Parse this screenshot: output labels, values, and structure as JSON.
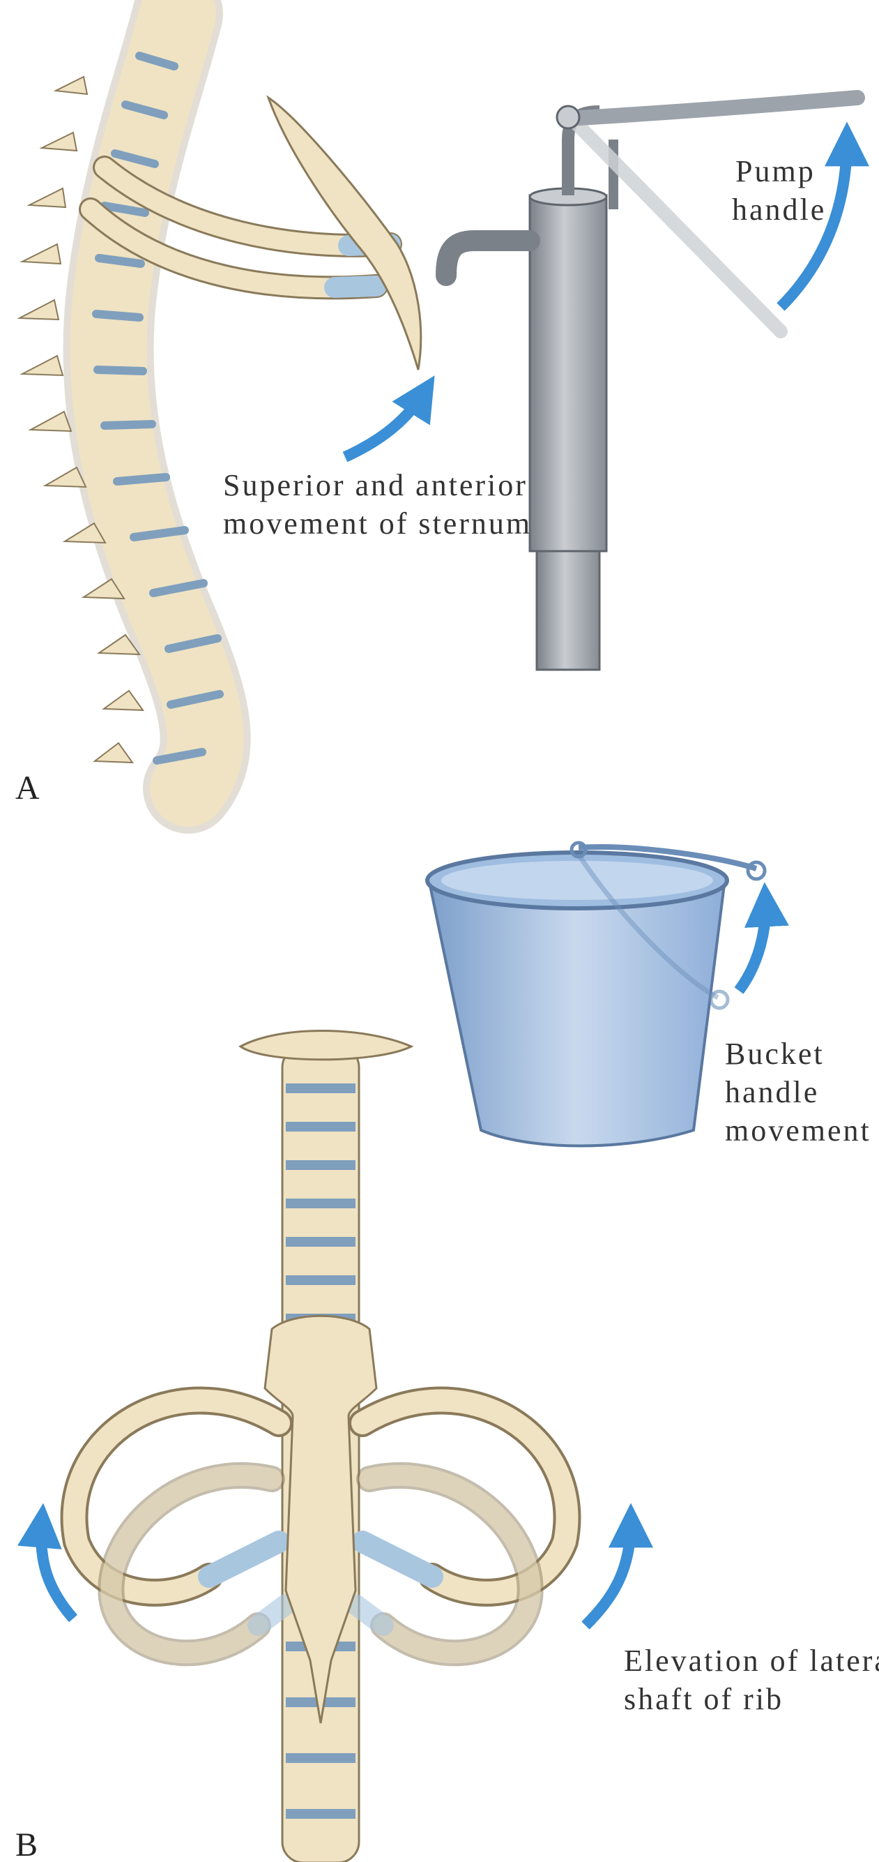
{
  "panels": {
    "a": {
      "letter": "A"
    },
    "b": {
      "letter": "B"
    }
  },
  "labels": {
    "pump_handle": [
      "Pump",
      "handle"
    ],
    "sternum_movement": [
      "Superior and anterior",
      "movement of sternum"
    ],
    "bucket_handle": [
      "Bucket",
      "handle",
      "movement"
    ],
    "rib_elevation": [
      "Elevation of lateral",
      "shaft of rib"
    ]
  },
  "colors": {
    "bone": "#efe3c3",
    "bone_outline": "#8a7a5a",
    "cartilage": "#a9c6df",
    "disc": "#7f9fbd",
    "arrow": "#3a8fd6",
    "pump_metal": "#9da3aa",
    "bucket": "#8fb0d6"
  },
  "icons": {
    "movement_arrow": "curved-arrow-up"
  }
}
